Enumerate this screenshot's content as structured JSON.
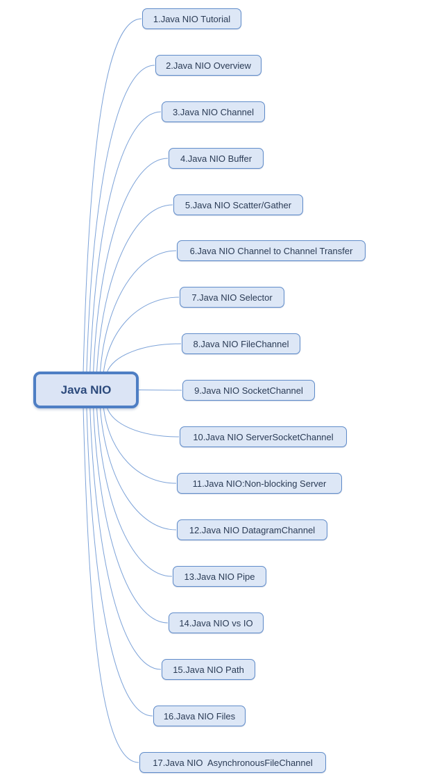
{
  "root": {
    "label": "Java NIO"
  },
  "nodes": [
    {
      "label": "1.Java NIO Tutorial"
    },
    {
      "label": "2.Java NIO Overview"
    },
    {
      "label": "3.Java NIO Channel"
    },
    {
      "label": "4.Java NIO Buffer"
    },
    {
      "label": "5.Java NIO Scatter/Gather"
    },
    {
      "label": "6.Java NIO Channel to Channel Transfer"
    },
    {
      "label": "7.Java NIO Selector"
    },
    {
      "label": "8.Java NIO FileChannel"
    },
    {
      "label": "9.Java NIO SocketChannel"
    },
    {
      "label": "10.Java NIO ServerSocketChannel"
    },
    {
      "label": "11.Java NIO:Non-blocking Server"
    },
    {
      "label": "12.Java NIO DatagramChannel"
    },
    {
      "label": "13.Java NIO Pipe"
    },
    {
      "label": "14.Java NIO vs IO"
    },
    {
      "label": "15.Java NIO Path"
    },
    {
      "label": "16.Java NIO Files"
    },
    {
      "label": "17.Java NIO  AsynchronousFileChannel"
    }
  ],
  "colors": {
    "node_border": "#5f8bc9",
    "node_fill": "#dde7f6",
    "node_text": "#2a3b55",
    "root_border": "#4e7ec4",
    "root_fill": "#dbe4f5",
    "root_text": "#2c4a7c",
    "edge": "#7ca2d8"
  }
}
